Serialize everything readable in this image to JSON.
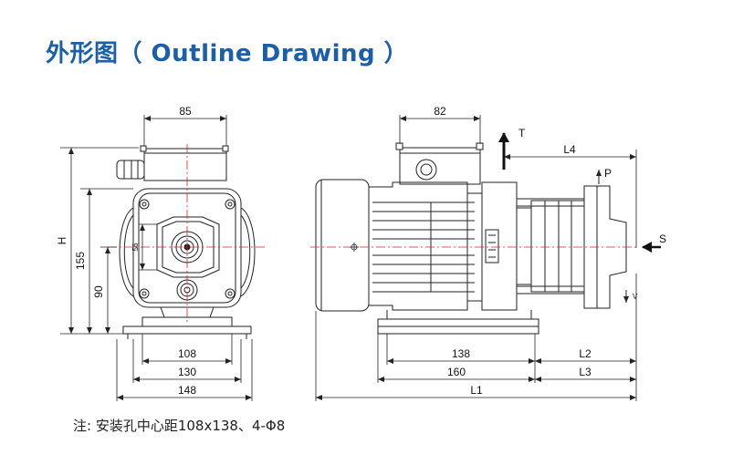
{
  "title": "外形图（ Outline Drawing ）",
  "note": "注: 安装孔中心距108x138、4-Φ8",
  "front_view": {
    "dims": {
      "top_width": "85",
      "base_108": "108",
      "base_130": "130",
      "base_148": "148",
      "height_h": "H",
      "height_155": "155",
      "height_90": "90",
      "inner_56": "56"
    }
  },
  "side_view": {
    "dims": {
      "top_width": "82",
      "l4": "L4",
      "base_138": "138",
      "l2": "L2",
      "base_160": "160",
      "l3": "L3",
      "l1": "L1"
    },
    "ports": {
      "t": "T",
      "p": "P",
      "s": "S",
      "v": "V"
    }
  },
  "colors": {
    "title": "#1a5fa8",
    "line": "#222222",
    "centerline": "#e02020"
  }
}
